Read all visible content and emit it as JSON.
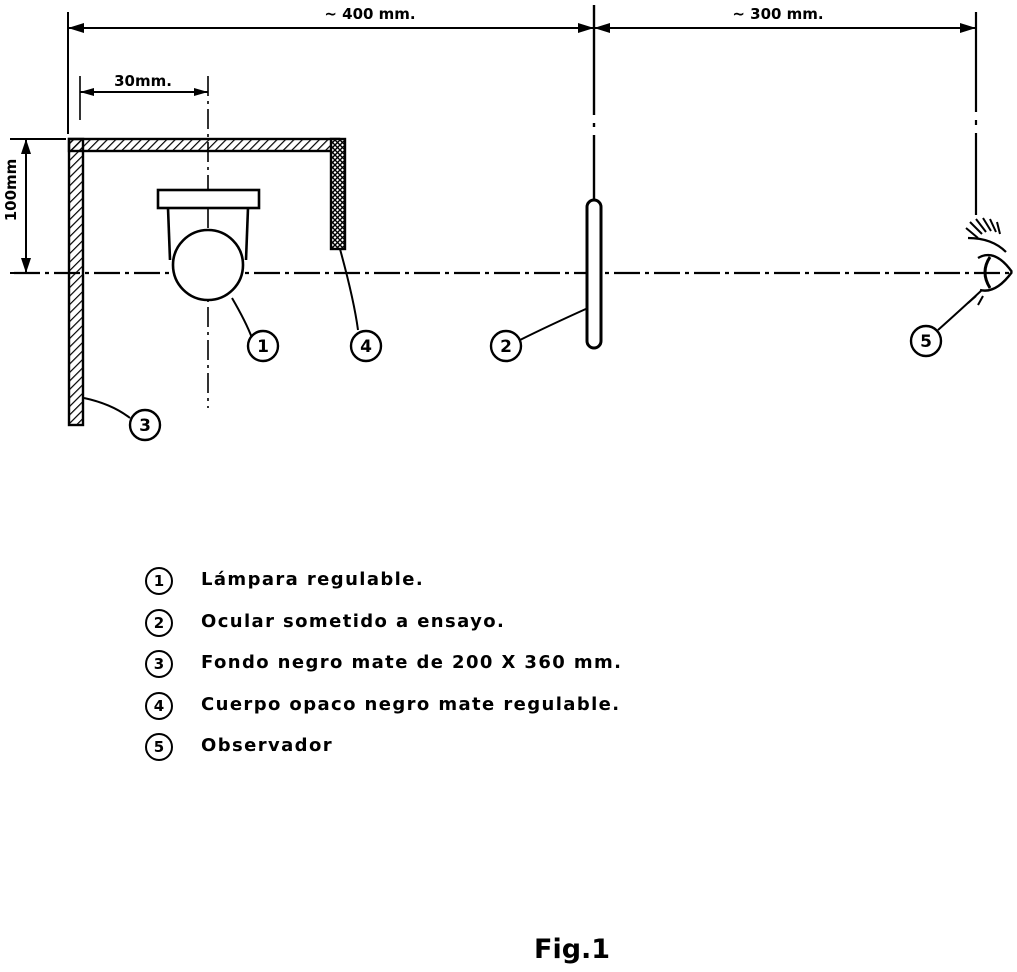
{
  "dimensions": {
    "lamp_to_lens": "~ 400 mm.",
    "lens_to_eye": "~ 300 mm.",
    "lamp_offset": "30mm.",
    "height": "100mm"
  },
  "callouts": [
    "1",
    "2",
    "3",
    "4",
    "5"
  ],
  "legend": [
    {
      "num": "1",
      "text": "Lámpara regulable."
    },
    {
      "num": "2",
      "text": "Ocular sometido a ensayo."
    },
    {
      "num": "3",
      "text": "Fondo negro mate de 200 X 360 mm."
    },
    {
      "num": "4",
      "text": "Cuerpo opaco negro mate regulable."
    },
    {
      "num": "5",
      "text": "Observador"
    }
  ],
  "caption": "Fig.1"
}
